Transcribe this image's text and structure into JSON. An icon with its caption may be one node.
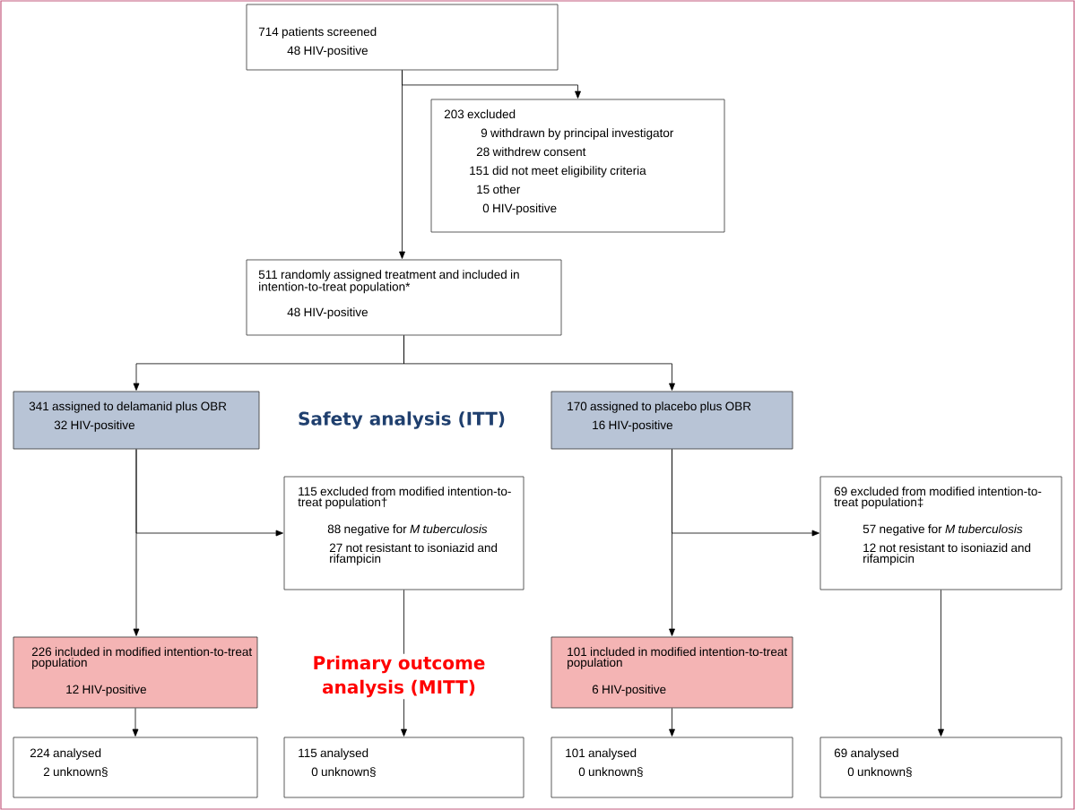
{
  "diagram": {
    "nodes": [
      {
        "text": [
          "714 patients screened",
          "48 HIV-positive"
        ]
      },
      {
        "text": [
          "203 excluded",
          "9 withdrawn by principal investigator",
          "28 withdrew consent",
          "151 did not meet eligibility criteria",
          "15 other",
          "0 HIV-positive"
        ]
      },
      {
        "text": [
          "511 randomly assigned treatment and included in intention-to-treat population*",
          "48 HIV-positive"
        ]
      },
      {
        "text": [
          "341 assigned to delamanid plus OBR",
          "32 HIV-positive"
        ]
      },
      {
        "text": [
          "170 assigned to placebo plus OBR",
          "16 HIV-positive"
        ]
      },
      {
        "text": [
          "115 excluded from modified intention-to-treat population†",
          "88 negative for *M tuberculosis*",
          "27 not resistant to isoniazid and rifampicin"
        ]
      },
      {
        "text": [
          "69 excluded from modified intention-to-treat population‡",
          "57 negative for *M tuberculosis*",
          "12 not resistant to isoniazid and rifampicin"
        ]
      },
      {
        "text": [
          "226 included in modified intention-to-treat population",
          "12 HIV-positive"
        ]
      },
      {
        "text": [
          "101 included in modified intention-to-treat population",
          "6 HIV-positive"
        ]
      },
      {
        "text": [
          "224 analysed",
          "2 unknown§"
        ]
      },
      {
        "text": [
          "115 analysed",
          "0 unknown§"
        ]
      },
      {
        "text": [
          "101 analysed",
          "0 unknown§"
        ]
      },
      {
        "text": [
          "69 analysed",
          "0 unknown§"
        ]
      }
    ],
    "edges": [
      {
        "from": 0,
        "to": 1,
        "arrow": "to"
      },
      {
        "from": 0,
        "to": 2,
        "arrow": "to"
      },
      {
        "from": 2,
        "to": 3,
        "arrow": "to"
      },
      {
        "from": 2,
        "to": 4,
        "arrow": "to"
      },
      {
        "from": 3,
        "to": 5,
        "arrow": "to"
      },
      {
        "from": 3,
        "to": 7,
        "arrow": "to"
      },
      {
        "from": 4,
        "to": 6,
        "arrow": "to"
      },
      {
        "from": 4,
        "to": 8,
        "arrow": "to"
      },
      {
        "from": 5,
        "to": 10,
        "arrow": "to"
      },
      {
        "from": 6,
        "to": 12,
        "arrow": "to"
      },
      {
        "from": 7,
        "to": 9,
        "arrow": "to"
      },
      {
        "from": 8,
        "to": 11,
        "arrow": "to"
      }
    ],
    "labels": [
      "Safety analysis (ITT)",
      "Primary outcome analysis (MITT)"
    ]
  }
}
